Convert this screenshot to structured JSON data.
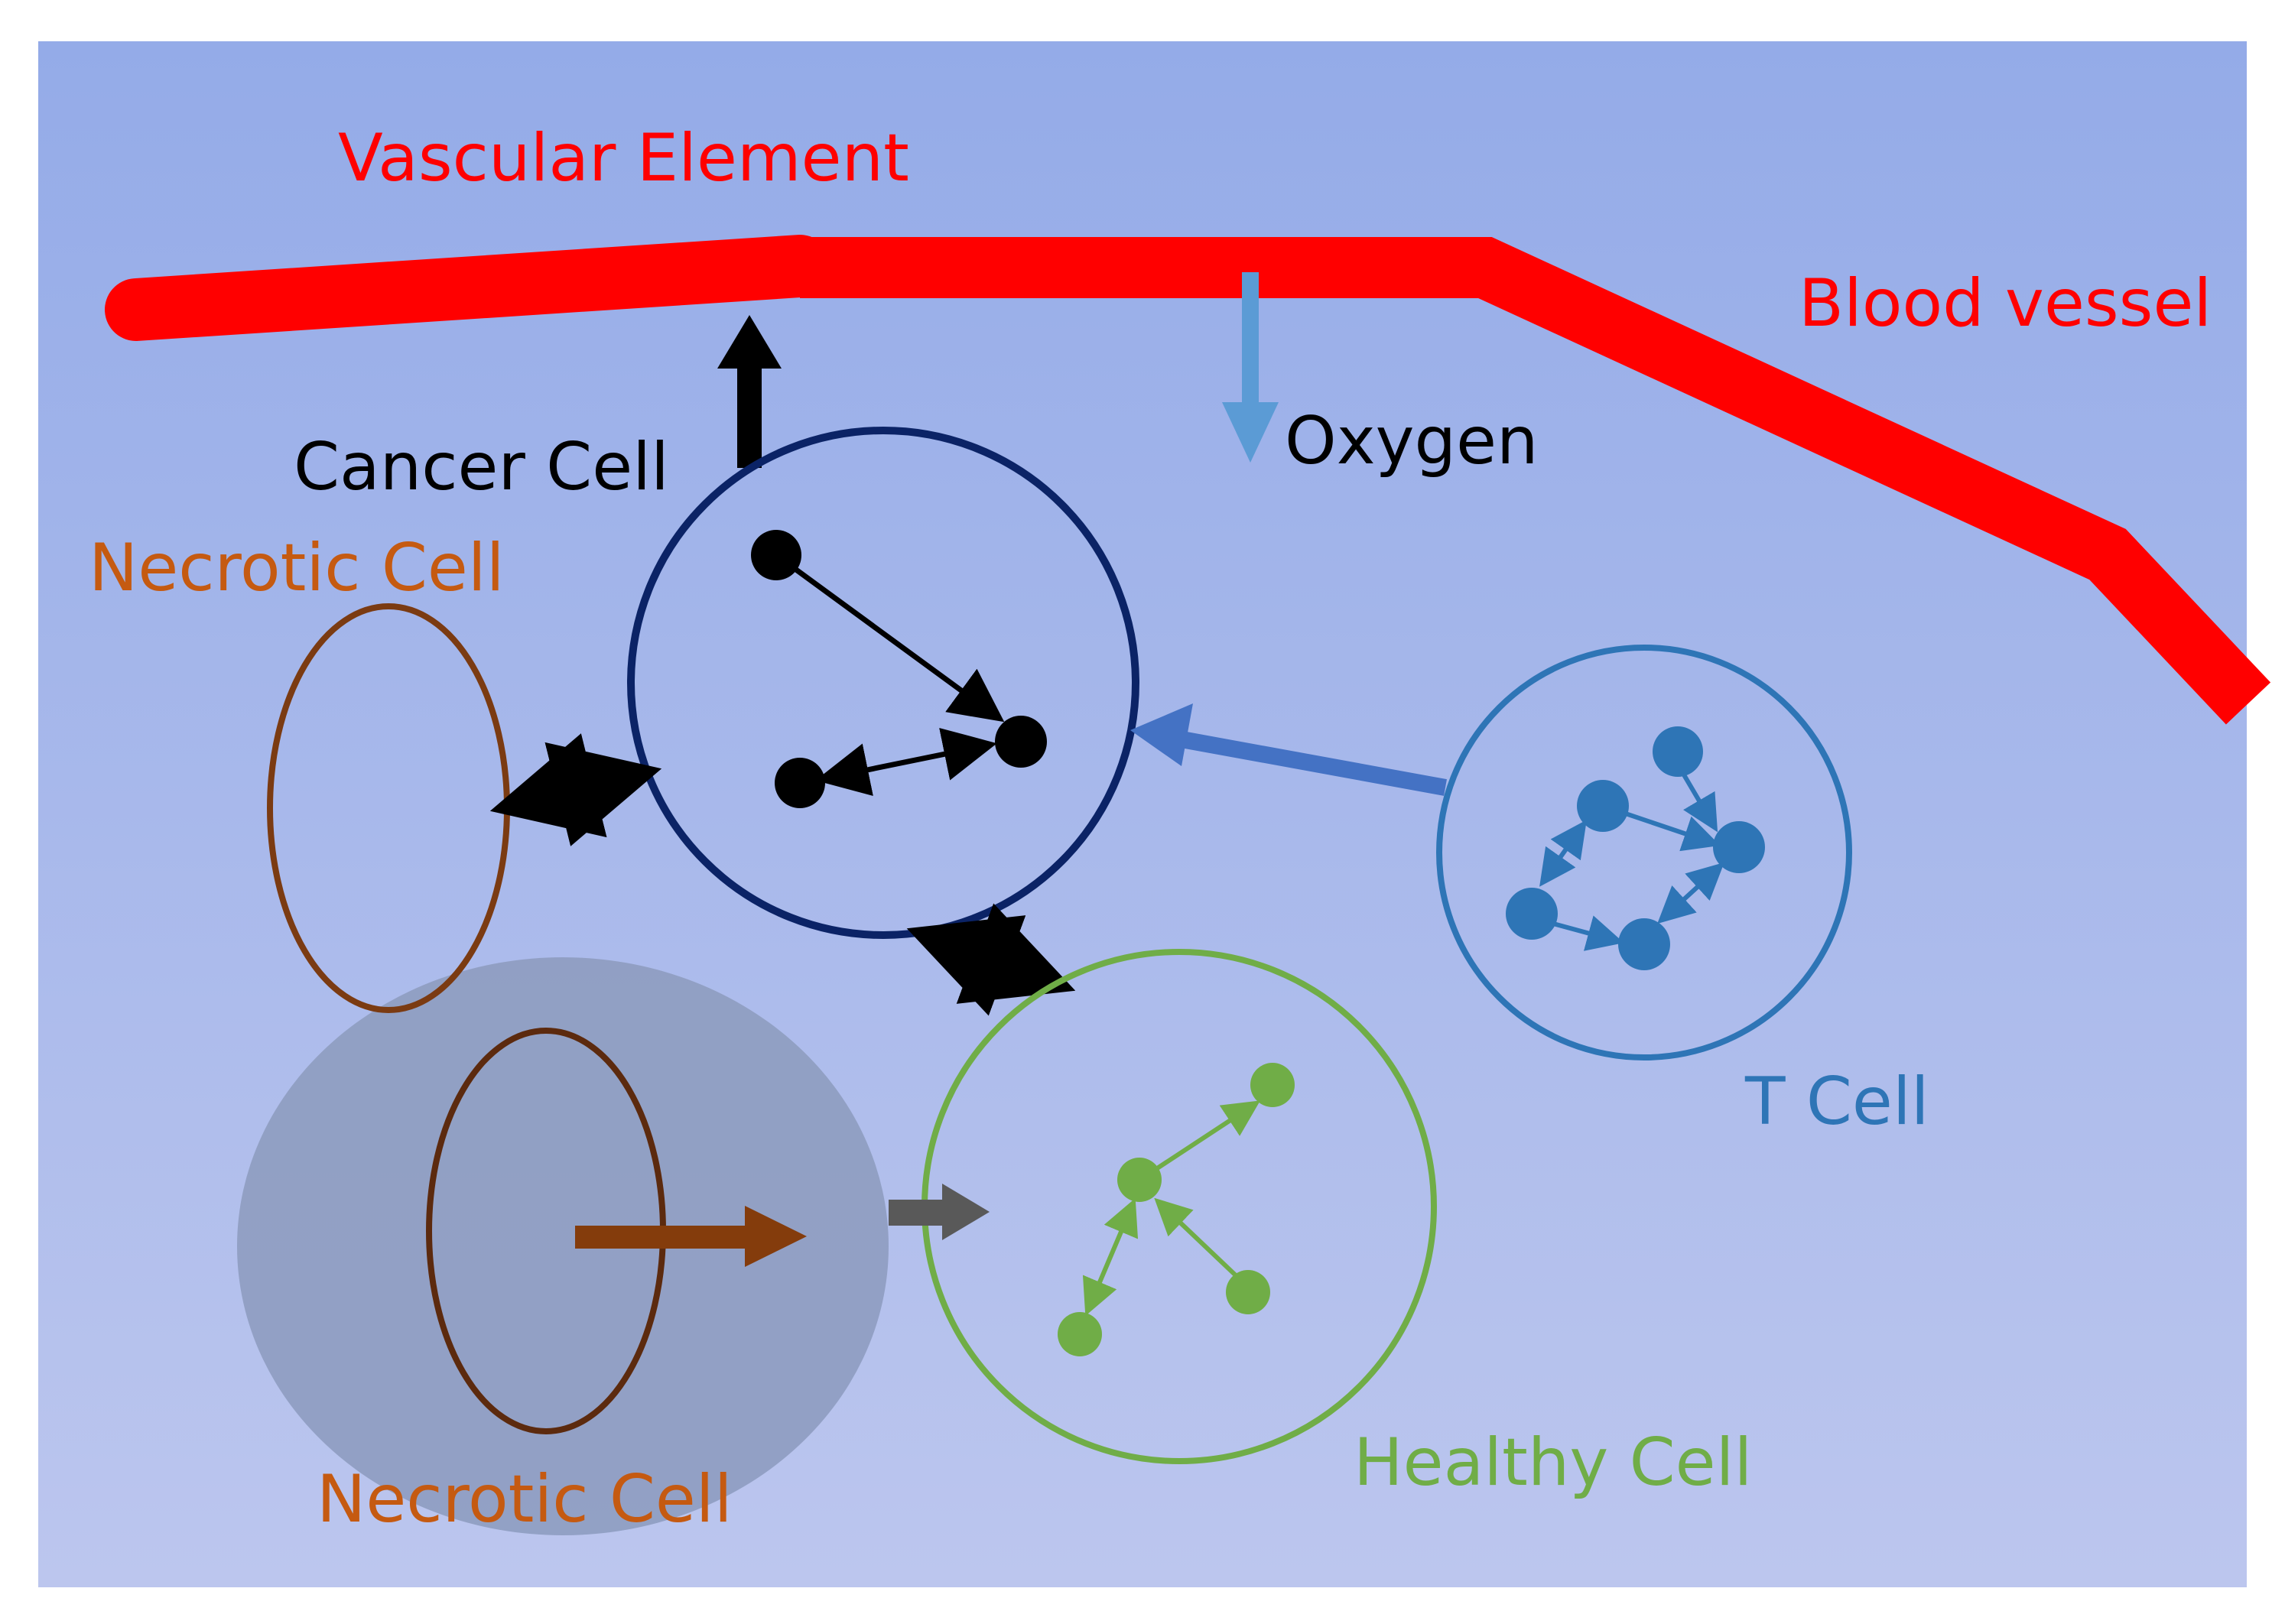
{
  "labels": {
    "vascular_element": "Vascular Element",
    "blood_vessel": "Blood vessel",
    "cancer_cell": "Cancer Cell",
    "oxygen": "Oxygen",
    "necrotic_cell_top": "Necrotic Cell",
    "necrotic_cell_bottom": "Necrotic Cell",
    "t_cell": "T Cell",
    "healthy_cell": "Healthy Cell"
  },
  "colors": {
    "background_top": "#94ABE8",
    "background_bottom": "#BCC6EE",
    "vessel": "#FF0000",
    "cancer": "#0B2366",
    "necrotic": "#7B3B12",
    "necrotic_label": "#C55A11",
    "necrotic_region": "#8E9CC0",
    "t_cell": "#2E75B6",
    "t_cell_arrow": "#4472C4",
    "healthy": "#70AD47",
    "oxygen": "#5B9BD5",
    "gray_arrow": "#595959",
    "brown_arrow": "#843C0C",
    "black": "#000000"
  }
}
